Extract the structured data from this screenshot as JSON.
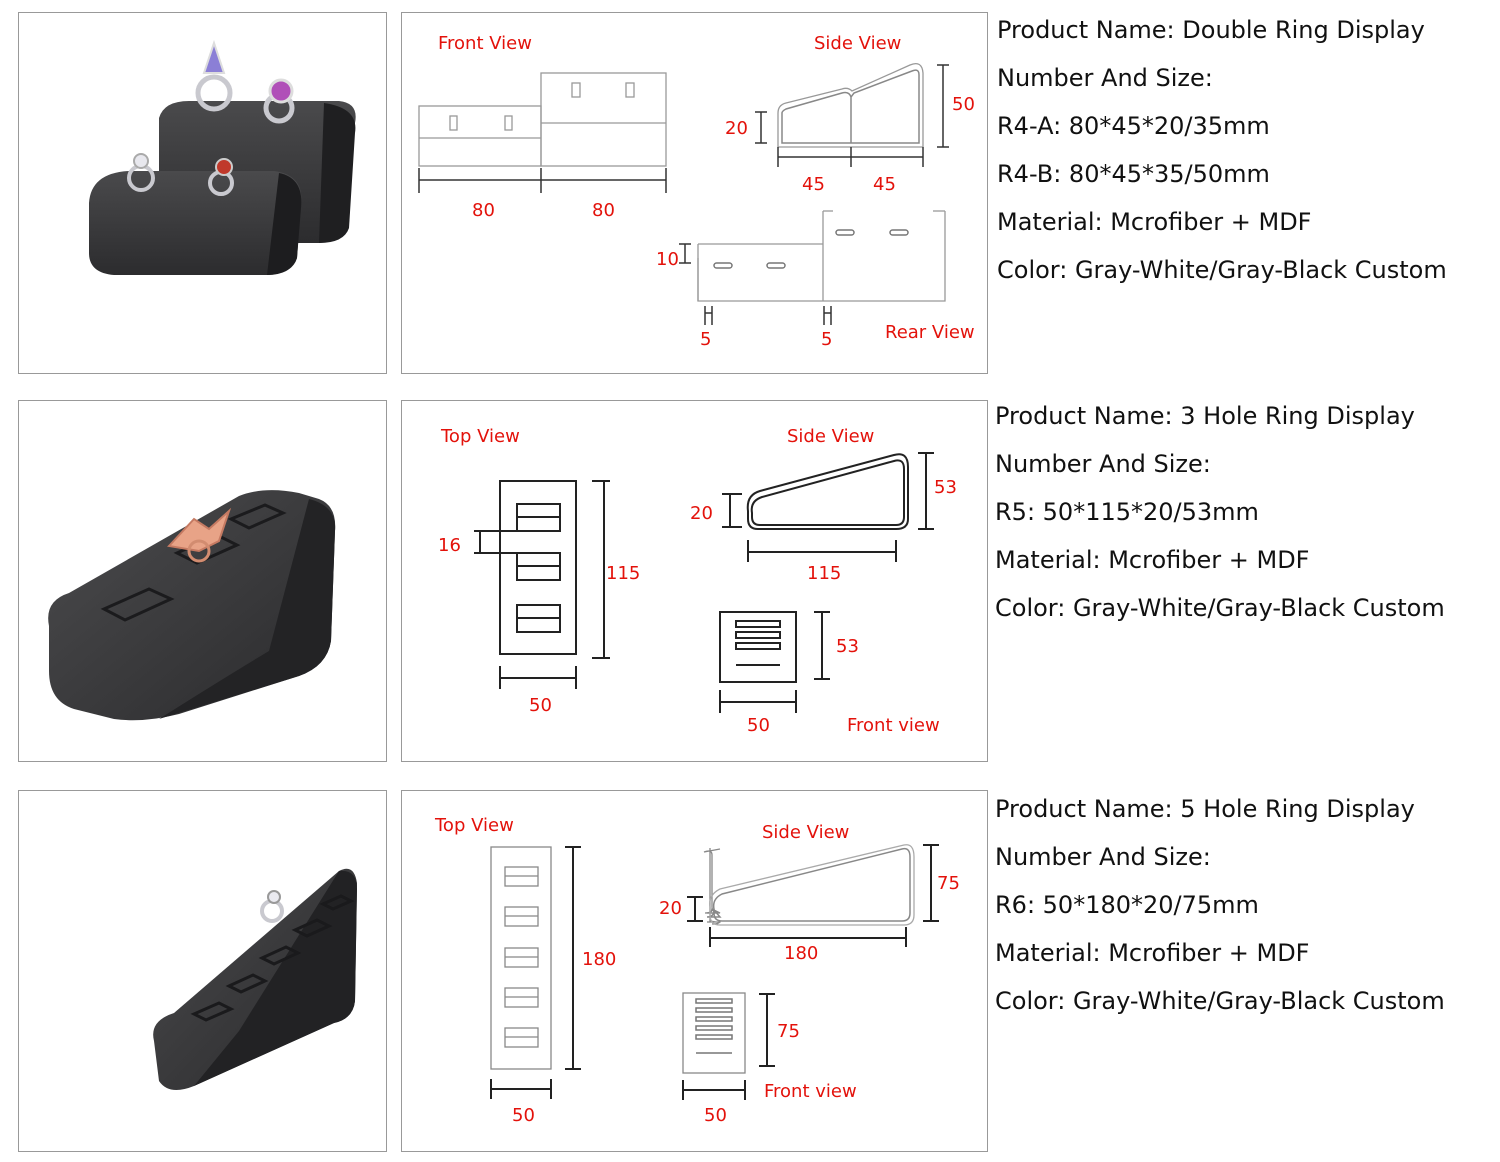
{
  "products": [
    {
      "spec_lines": [
        "Product Name: Double Ring Display",
        "Number And Size:",
        "R4-A: 80*45*20/35mm",
        "R4-B: 80*45*35/50mm",
        "Material: Mcrofiber + MDF",
        "Color: Gray-White/Gray-Black Custom"
      ],
      "labels": {
        "front_view": "Front View",
        "side_view": "Side View",
        "rear_view": "Rear View",
        "dim_80a": "80",
        "dim_80b": "80",
        "dim_20": "20",
        "dim_50": "50",
        "dim_45a": "45",
        "dim_45b": "45",
        "dim_10": "10",
        "dim_5a": "5",
        "dim_5b": "5"
      }
    },
    {
      "spec_lines": [
        "Product Name: 3 Hole Ring Display",
        "Number And Size:",
        "R5: 50*115*20/53mm",
        "Material: Mcrofiber + MDF",
        "Color: Gray-White/Gray-Black Custom"
      ],
      "labels": {
        "top_view": "Top View",
        "side_view": "Side View",
        "front_view": "Front view",
        "dim_16": "16",
        "dim_115": "115",
        "dim_50_top": "50",
        "dim_20": "20",
        "dim_53_side": "53",
        "dim_115_side": "115",
        "dim_53_front": "53",
        "dim_50_front": "50"
      }
    },
    {
      "spec_lines": [
        "Product Name: 5 Hole Ring Display",
        "Number And Size:",
        "R6: 50*180*20/75mm",
        "Material: Mcrofiber + MDF",
        "Color: Gray-White/Gray-Black Custom"
      ],
      "labels": {
        "top_view": "Top View",
        "side_view": "Side View",
        "front_view": "Front view",
        "dim_180": "180",
        "dim_50_top": "50",
        "dim_20": "20",
        "dim_75_side": "75",
        "dim_180_side": "180",
        "dim_75_front": "75",
        "dim_50_front": "50"
      }
    }
  ]
}
